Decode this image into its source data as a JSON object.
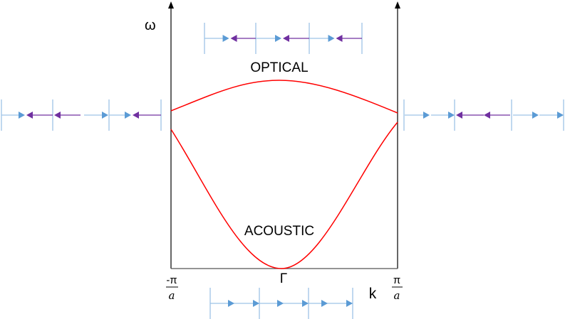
{
  "labels": {
    "y_axis": "ω",
    "x_axis": "k",
    "optical": "OPTICAL",
    "acoustic": "ACOUSTIC",
    "gamma": "Γ",
    "left_num": "-π",
    "left_den": "a",
    "right_num": "π",
    "right_den": "a"
  },
  "colors": {
    "curve": "#ff0000",
    "axis": "#000000",
    "atom_a": "#5b9bd5",
    "atom_b": "#7030a0",
    "spring": "#9dc3e6"
  }
}
